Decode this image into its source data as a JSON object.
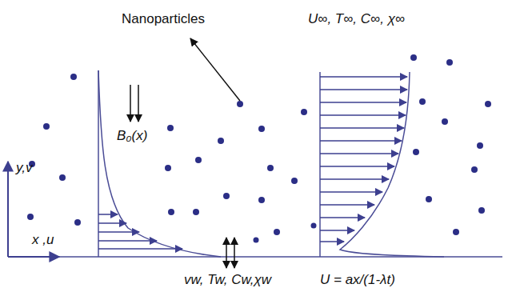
{
  "diagram": {
    "labels": [
      "Nanoparticles",
      "U∞, T∞, C∞, χ∞",
      "B₀(x)",
      "y,v",
      "x ,u",
      "vw, Tw, Cw,χw",
      "U = ax/(1-λt)"
    ]
  }
}
